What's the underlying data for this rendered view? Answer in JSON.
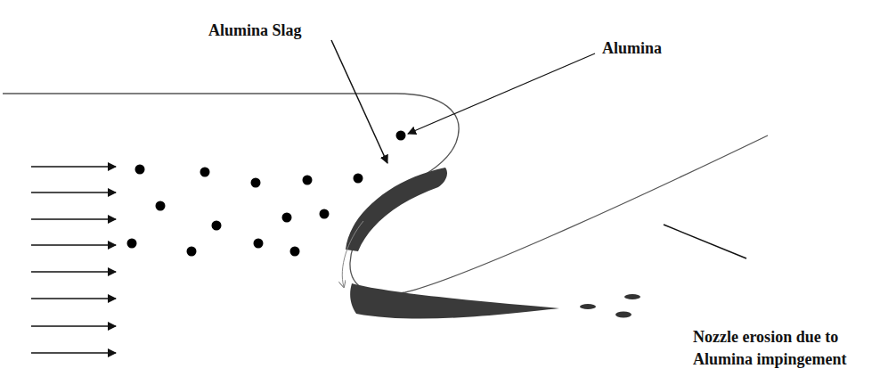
{
  "diagram": {
    "labels": [
      "Alumina Slag",
      "Alumina",
      "Nozzle erosion due to Alumina impingement"
    ]
  }
}
